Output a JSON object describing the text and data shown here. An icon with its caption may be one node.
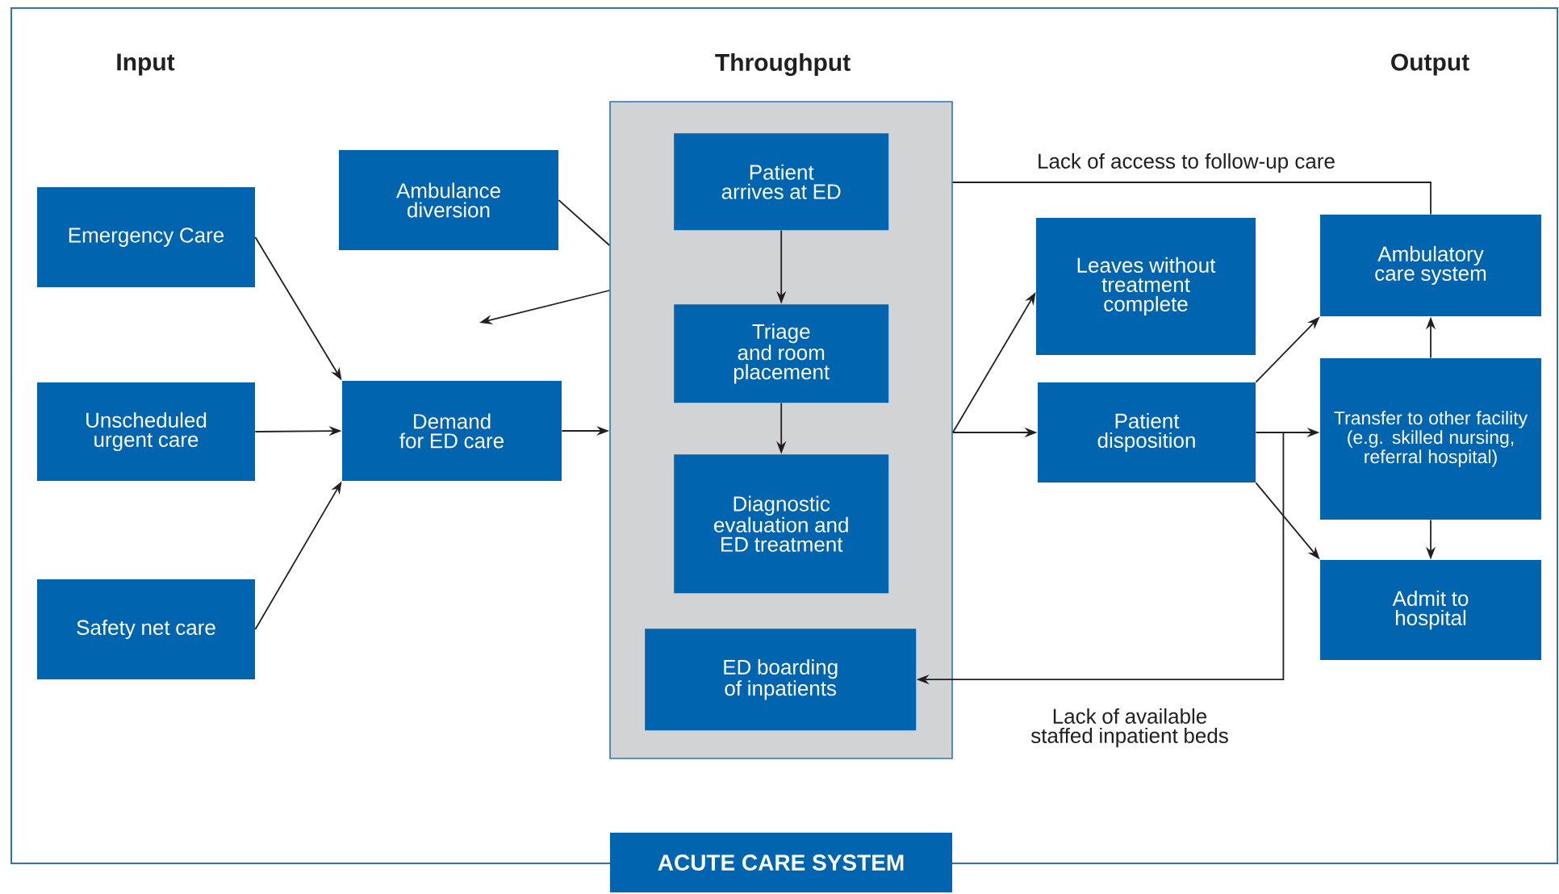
{
  "diagram": {
    "nodes": [
      {
        "text": [
          "ACUTE CARE SYSTEM"
        ]
      },
      {
        "text": [
          "Emergency Care"
        ],
        "in": 0
      },
      {
        "text": [
          "Unscheduled urgent care"
        ],
        "in": 0
      },
      {
        "text": [
          "Safety net care"
        ],
        "in": 0
      },
      {
        "text": [
          "Ambulance diversion"
        ],
        "in": 0
      },
      {
        "text": [
          "Demand for ED care"
        ],
        "in": 0
      },
      {
        "text": [],
        "shape": "box",
        "in": 0
      },
      {
        "text": [
          "Patient arrives at ED"
        ],
        "in": 6
      },
      {
        "text": [
          "Triage and room placement"
        ],
        "in": 6
      },
      {
        "text": [
          "Diagnostic evaluation and ED treatment"
        ],
        "in": 6
      },
      {
        "text": [
          "ED boarding of inpatients"
        ],
        "in": 6
      },
      {
        "text": [
          "Leaves without treatment complete"
        ],
        "in": 0
      },
      {
        "text": [
          "Patient disposition"
        ],
        "in": 0
      },
      {
        "text": [
          "Ambulatory care system"
        ],
        "in": 0
      },
      {
        "text": [
          "Transfer to other facility (e.g. skilled nursing, referral hospital)"
        ],
        "in": 0
      },
      {
        "text": [
          "Admit to hospital"
        ],
        "in": 0
      }
    ],
    "edges": [
      {
        "from": 1,
        "to": 5,
        "arrow": "to"
      },
      {
        "from": 2,
        "to": 5,
        "arrow": "to"
      },
      {
        "from": 3,
        "to": 5,
        "arrow": "to"
      },
      {
        "from": 5,
        "to": 6,
        "arrow": "to"
      },
      {
        "from": 4,
        "to": 6,
        "arrow": "none"
      },
      {
        "from": 6,
        "to": null,
        "arrow": "to"
      },
      {
        "from": 7,
        "to": 8,
        "arrow": "to"
      },
      {
        "from": 8,
        "to": 9,
        "arrow": "to"
      },
      {
        "from": 6,
        "to": 11,
        "arrow": "to"
      },
      {
        "from": 6,
        "to": 12,
        "arrow": "to"
      },
      {
        "from": 6,
        "to": 13,
        "arrow": "none",
        "label": "Lack of access to follow-up care"
      },
      {
        "from": 12,
        "to": 13,
        "arrow": "to"
      },
      {
        "from": 12,
        "to": 14,
        "arrow": "to"
      },
      {
        "from": 12,
        "to": 15,
        "arrow": "to"
      },
      {
        "from": 14,
        "to": 13,
        "arrow": "to"
      },
      {
        "from": 14,
        "to": 15,
        "arrow": "to"
      },
      {
        "from": 12,
        "to": 10,
        "arrow": "to",
        "label": "Lack of available staffed inpatient beds"
      }
    ],
    "labels": [
      "Input",
      "Throughput",
      "Output"
    ]
  }
}
